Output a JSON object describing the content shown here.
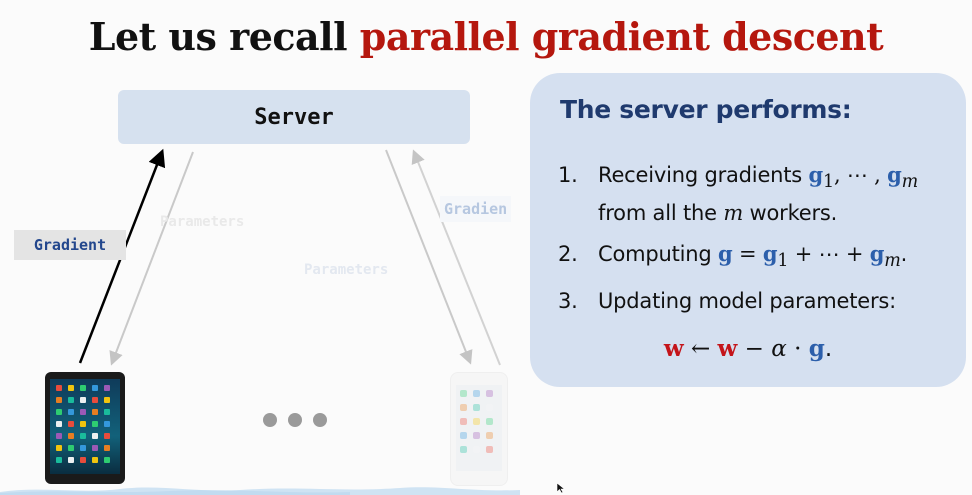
{
  "slide": {
    "title_plain": "Let us recall ",
    "title_highlight": "parallel gradient descent"
  },
  "diagram": {
    "server_label": "Server",
    "gradient_label_left": "Gradient",
    "gradient_label_right": "Gradien",
    "parameters_label_left": "Parameters",
    "parameters_label_right": "Parameters"
  },
  "panel": {
    "title": "The server performs:",
    "step1_num": "1.",
    "step1_text": "Receiving gradients ",
    "step1_var_first": "g",
    "step1_sub_first": "1",
    "step1_ellipsis": ", ⋯ , ",
    "step1_var_last": "g",
    "step1_sub_last": "m",
    "step1_line2_pre": "from all the ",
    "step1_line2_var": "m",
    "step1_line2_post": " workers.",
    "step2_num": "2.",
    "step2_text": "Computing ",
    "step2_lhs": "g",
    "step2_eq": " = ",
    "step2_t1": "g",
    "step2_t1_sub": "1",
    "step2_plus": " + ⋯ + ",
    "step2_tm": "g",
    "step2_tm_sub": "m",
    "step2_end": ".",
    "step3_num": "3.",
    "step3_text": "Updating model parameters:",
    "eq_w1": "w",
    "eq_arrow": " ← ",
    "eq_w2": "w",
    "eq_minus": " − ",
    "eq_alpha": "α",
    "eq_dot": " · ",
    "eq_g": "g",
    "eq_end": "."
  },
  "colors": {
    "title_highlight": "#b5170e",
    "server_box": "#d6e1ef",
    "panel_bg": "#d5e0f0",
    "panel_title": "#1f3a6e",
    "vector_blue": "#2c5fab",
    "vector_red": "#c4141a"
  },
  "icons": {
    "tablet": "tablet-device-icon",
    "phone": "phone-device-icon",
    "ellipsis": "ellipsis-dots-icon",
    "cursor": "mouse-cursor-icon"
  }
}
